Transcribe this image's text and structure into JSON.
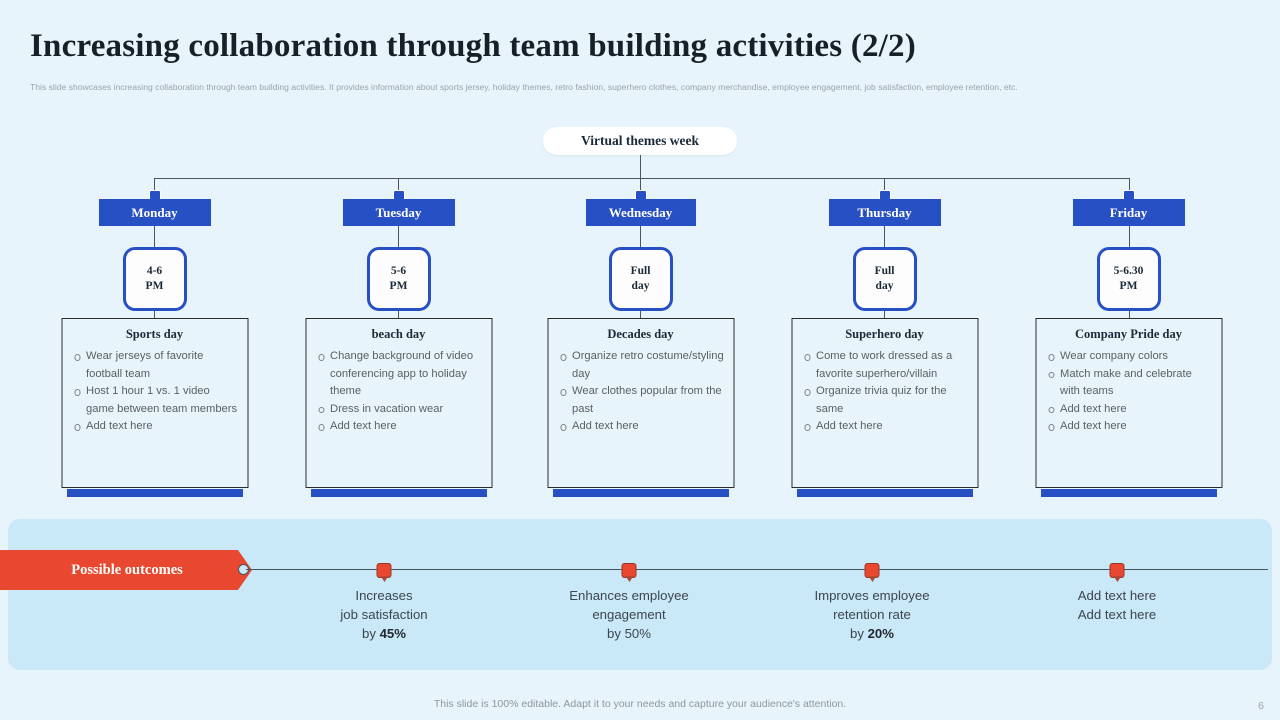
{
  "slide": {
    "title": "Increasing collaboration through team building activities (2/2)",
    "subtitle": "This slide showcases increasing collaboration through team building activities. It provides information about sports jersey, holiday themes, retro fashion, superhero clothes, company merchandise, employee engagement, job satisfaction, employee retention, etc.",
    "footer_note": "This slide is 100% editable. Adapt it to your needs and capture your audience's attention.",
    "page_number": "6"
  },
  "colors": {
    "background": "#e7f4fb",
    "panel": "#c9e8f8",
    "blue": "#2750c4",
    "red": "#e8482f",
    "line": "#4a5560",
    "text_dark": "#1b2a38",
    "text_body": "#5a6066"
  },
  "root": {
    "label": "Virtual  themes week"
  },
  "days": [
    {
      "day": "Monday",
      "time_line1": "4-6",
      "time_line2": "PM",
      "card_title": "Sports day",
      "bullets": [
        "Wear jerseys of favorite football team",
        "Host 1 hour 1 vs. 1 video game between team members",
        "Add text here"
      ]
    },
    {
      "day": "Tuesday",
      "time_line1": "5-6",
      "time_line2": "PM",
      "card_title": "beach day",
      "bullets": [
        "Change background of video conferencing app to holiday theme",
        "Dress in vacation wear",
        "Add text here"
      ]
    },
    {
      "day": "Wednesday",
      "time_line1": "Full",
      "time_line2": "day",
      "card_title": "Decades day",
      "bullets": [
        "Organize retro costume/styling day",
        "Wear clothes popular from the past",
        "Add text here"
      ]
    },
    {
      "day": "Thursday",
      "time_line1": "Full",
      "time_line2": "day",
      "card_title": "Superhero  day",
      "bullets": [
        "Come to work dressed as a favorite superhero/villain",
        "Organize trivia quiz for the same",
        "Add text here"
      ]
    },
    {
      "day": "Friday",
      "time_line1": "5-6.30",
      "time_line2": "PM",
      "card_title": "Company  Pride  day",
      "bullets": [
        "Wear company colors",
        "Match make and celebrate with teams",
        "Add text here",
        "Add text here"
      ]
    }
  ],
  "outcomes": {
    "ribbon_label": "Possible outcomes",
    "items": [
      {
        "line1": "Increases",
        "line2": "job satisfaction",
        "line3_prefix": "by ",
        "line3_value": "45%"
      },
      {
        "line1": "Enhances employee",
        "line2": "engagement",
        "line3_prefix": "by ",
        "line3_value": "50%"
      },
      {
        "line1": "Improves employee",
        "line2": "retention rate",
        "line3_prefix": "by ",
        "line3_value": "20%"
      },
      {
        "line1": "Add text here",
        "line2": "Add text here",
        "line3_prefix": "",
        "line3_value": ""
      }
    ]
  }
}
